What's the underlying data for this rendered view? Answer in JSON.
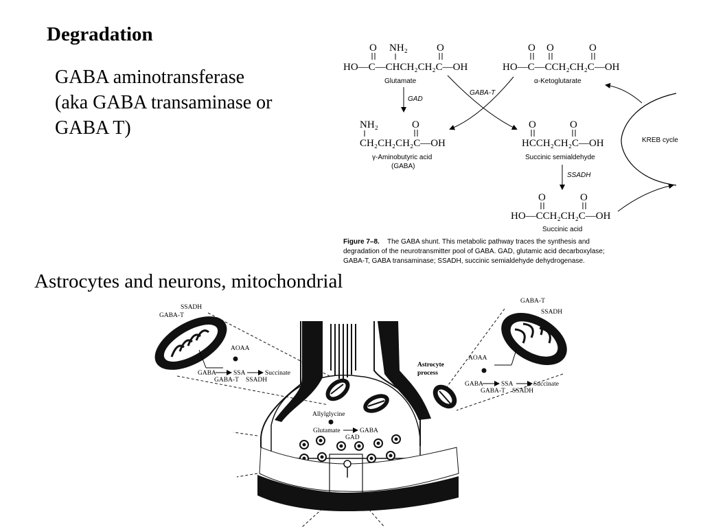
{
  "slide": {
    "title": "Degradation",
    "lines": [
      "GABA aminotransferase",
      "(aka GABA transaminase or",
      "GABA T)"
    ],
    "location_text": "Astrocytes and neurons, mitochondrial"
  },
  "pathway": {
    "glutamate_formula": "HO—C—CHCH₂CH₂C—OH",
    "glutamate_label": "Glutamate",
    "ketoglutarate_formula": "HO—C—CCH₂CH₂C—OH",
    "ketoglutarate_label": "α-Ketoglutarate",
    "gaba_nh2": "NH₂",
    "gaba_formula": "CH₂CH₂CH₂C—OH",
    "gaba_label_1": "γ-Aminobutyric acid",
    "gaba_label_2": "(GABA)",
    "ssa_formula": "HCCH₂CH₂C—OH",
    "ssa_label": "Succinic semialdehyde",
    "succinic_formula": "HO—CCH₂CH₂C—OH",
    "succinic_label": "Succinic acid",
    "enzyme_gad": "GAD",
    "enzyme_gabat": "GABA-T",
    "enzyme_ssadh": "SSADH",
    "kreb_label": "KREB cycle",
    "oxygen": "O",
    "nh2": "NH₂",
    "caption_bold": "Figure 7–8.",
    "caption_line1": "The GABA shunt. This metabolic pathway traces the synthesis and",
    "caption_line2": "degradation of the neurotransmitter pool of GABA. GAD, glutamic acid decarboxylase;",
    "caption_line3": "GABA-T, GABA transaminase; SSADH, succinic semialdehyde dehydrogenase."
  },
  "synapse": {
    "left_ssadh": "SSADH",
    "left_gabat": "GABA-T",
    "left_aoaa": "AOAA",
    "left_gaba": "GABA",
    "left_ssa": "SSA",
    "left_succinate": "Succinate",
    "left_gabat_small": "GABA-T",
    "left_ssadh_small": "SSADH",
    "right_gabat": "GABA-T",
    "right_ssadh": "SSADH",
    "right_aoaa": "AOAA",
    "astrocyte_1": "Astrocyte",
    "astrocyte_2": "process",
    "right_gaba": "GABA",
    "right_ssa": "SSA",
    "right_succinate": "Succinate",
    "right_gabat_small": "GABA-T",
    "right_ssadh_small": "SSADH",
    "allylglycine": "Allylglycine",
    "glutamate": "Glutamate",
    "gaba": "GABA",
    "gad": "GAD"
  },
  "colors": {
    "text": "#000000",
    "background": "#ffffff",
    "ink": "#111111"
  }
}
